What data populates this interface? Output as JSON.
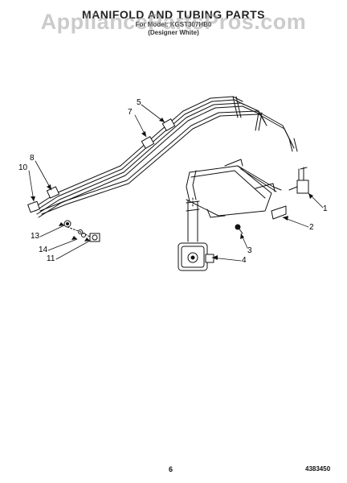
{
  "header": {
    "title": "MANIFOLD AND TUBING PARTS",
    "subtitle_line1": "For Model: KGST307HB0",
    "subtitle_line2": "(Designer White)"
  },
  "watermark": "AppliancePartsPros.com",
  "callouts": [
    "1",
    "2",
    "3",
    "4",
    "5",
    "7",
    "8",
    "10",
    "11",
    "13",
    "14"
  ],
  "footer": {
    "page_number": "6",
    "doc_number": "4383450"
  }
}
